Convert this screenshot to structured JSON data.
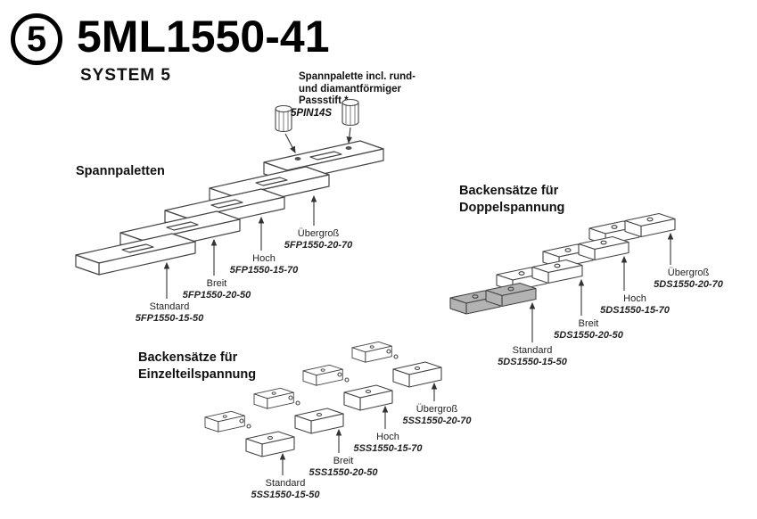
{
  "header": {
    "logo_number": "5",
    "title": "5ML1550-41",
    "subtitle": "SYSTEM 5"
  },
  "pin_note": {
    "lines": [
      "Spannpalette incl. rund-",
      "und diamantförmiger",
      "Passstift *"
    ],
    "part": "5PIN14S"
  },
  "colors": {
    "line_art": "#444444",
    "standard_set_highlight": "#b3b3b3"
  },
  "sections": {
    "pallets": {
      "heading": "Spannpaletten",
      "items": [
        {
          "name": "Standard",
          "part": "5FP1550-15-50"
        },
        {
          "name": "Breit",
          "part": "5FP1550-20-50"
        },
        {
          "name": "Hoch",
          "part": "5FP1550-15-70"
        },
        {
          "name": "Übergroß",
          "part": "5FP1550-20-70"
        }
      ]
    },
    "double": {
      "heading": [
        "Backensätze für",
        "Doppelspannung"
      ],
      "items": [
        {
          "name": "Standard",
          "part": "5DS1550-15-50"
        },
        {
          "name": "Breit",
          "part": "5DS1550-20-50"
        },
        {
          "name": "Hoch",
          "part": "5DS1550-15-70"
        },
        {
          "name": "Übergroß",
          "part": "5DS1550-20-70"
        }
      ]
    },
    "single": {
      "heading": [
        "Backensätze für",
        "Einzelteilspannung"
      ],
      "items": [
        {
          "name": "Standard",
          "part": "5SS1550-15-50"
        },
        {
          "name": "Breit",
          "part": "5SS1550-20-50"
        },
        {
          "name": "Hoch",
          "part": "5SS1550-15-70"
        },
        {
          "name": "Übergroß",
          "part": "5SS1550-20-70"
        }
      ]
    }
  }
}
